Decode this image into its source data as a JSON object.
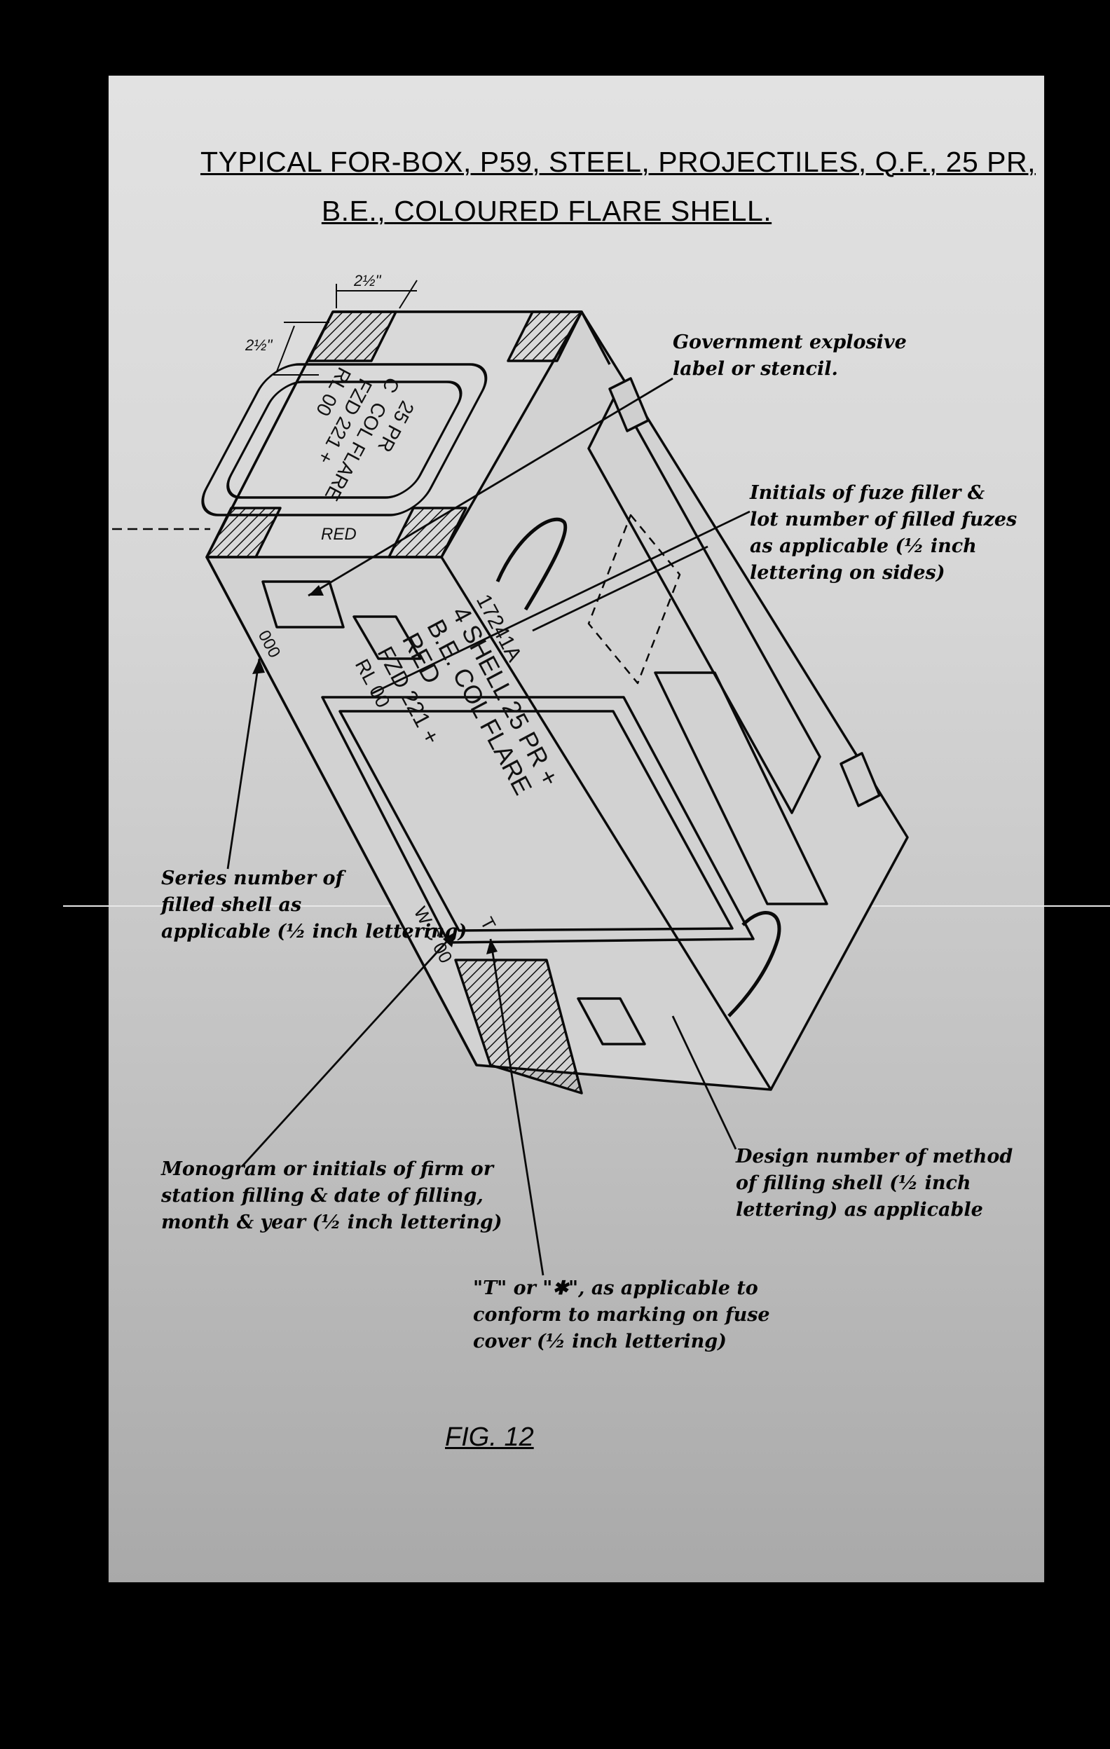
{
  "title": {
    "line1": "TYPICAL FOR-BOX, P59, STEEL, PROJECTILES, Q.F., 25 PR,",
    "line2": "B.E., COLOURED FLARE SHELL."
  },
  "dimensions": {
    "width": "2½\"",
    "height": "2½\""
  },
  "lid_stencil": [
    "25 PR",
    "C",
    "COL FLARE",
    "FZD 221 +",
    "RL 00"
  ],
  "lid_label": "RED",
  "side_stencil": [
    "17241A",
    "4 SHELL 25 PR +",
    "B.E. COL FLARE",
    "RED",
    "FZD 221 +",
    "RL 00"
  ],
  "series_marking": "000",
  "monogram_marking": "W C 00",
  "t_marking": "T",
  "annotations": {
    "gov_label": "Government explosive\nlabel or stencil.",
    "fuze_filler": "Initials of fuze filler &\nlot number of filled fuzes\nas applicable (½ inch\nlettering on sides)",
    "series_number": "Series number of\nfilled shell as\napplicable (½ inch lettering)",
    "monogram": "Monogram or initials of firm or\nstation filling & date of filling,\nmonth & year (½ inch lettering)",
    "design_number": "Design number of method\nof filling shell (½ inch\nlettering) as applicable",
    "t_mark": "\"T\" or \"✱\", as applicable to\nconform to marking on fuse\ncover (½ inch lettering)"
  },
  "figure_label": "FIG. 12"
}
